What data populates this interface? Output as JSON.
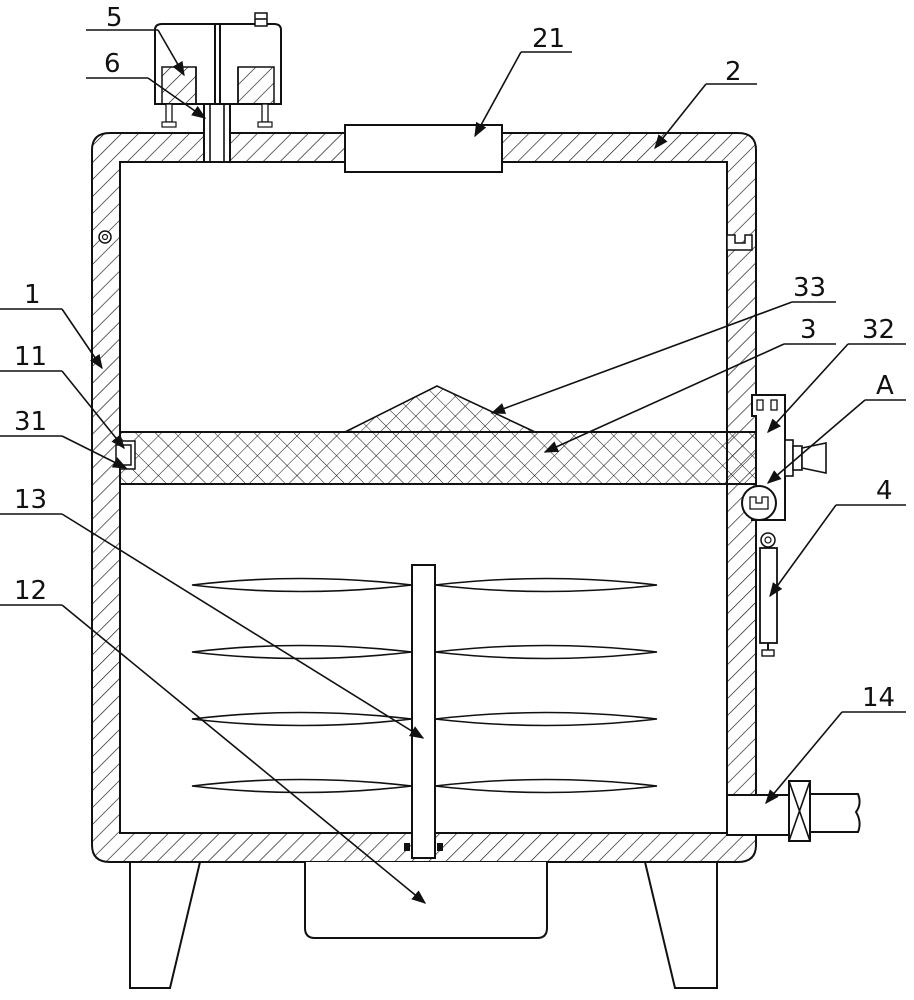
{
  "labels": {
    "l1": "1",
    "l2": "2",
    "l3": "3",
    "l4": "4",
    "l5": "5",
    "l6": "6",
    "l11": "11",
    "l12": "12",
    "l13": "13",
    "l14": "14",
    "l21": "21",
    "l31": "31",
    "l32": "32",
    "l33": "33",
    "lA": "A"
  },
  "colors": {
    "stroke": "#111111",
    "background": "#ffffff"
  }
}
